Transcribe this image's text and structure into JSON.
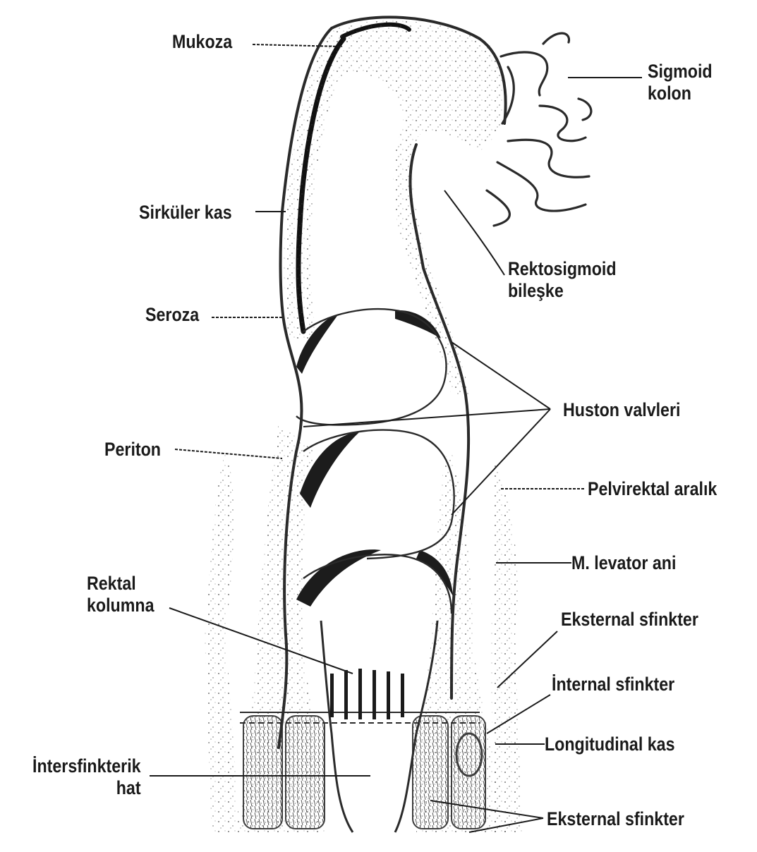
{
  "labels": {
    "mukoza": "Mukoza",
    "sigmoid_kolon": [
      "Sigmoid",
      "kolon"
    ],
    "sirkuler_kas": "Sirküler kas",
    "rektosigmoid_bileske": [
      "Rektosigmoid",
      "bileşke"
    ],
    "seroza": "Seroza",
    "huston_valvleri": "Huston valvleri",
    "periton": "Periton",
    "pelvirektal_aralik": "Pelvirektal aralık",
    "m_levator_ani": "M. levator ani",
    "rektal_kolumna": [
      "Rektal",
      "kolumna"
    ],
    "eksternal_sfinkter_upper": "Eksternal sfinkter",
    "internal_sfinkter": "İnternal sfinkter",
    "longitudinal_kas": "Longitudinal kas",
    "intersfinkterik_hat": [
      "İntersfinkterik",
      "hat"
    ],
    "eksternal_sfinkter_lower": "Eksternal sfinkter"
  },
  "colors": {
    "ink": "#1a1a1a",
    "tissue": "#2a2a2a",
    "background": "#ffffff"
  }
}
